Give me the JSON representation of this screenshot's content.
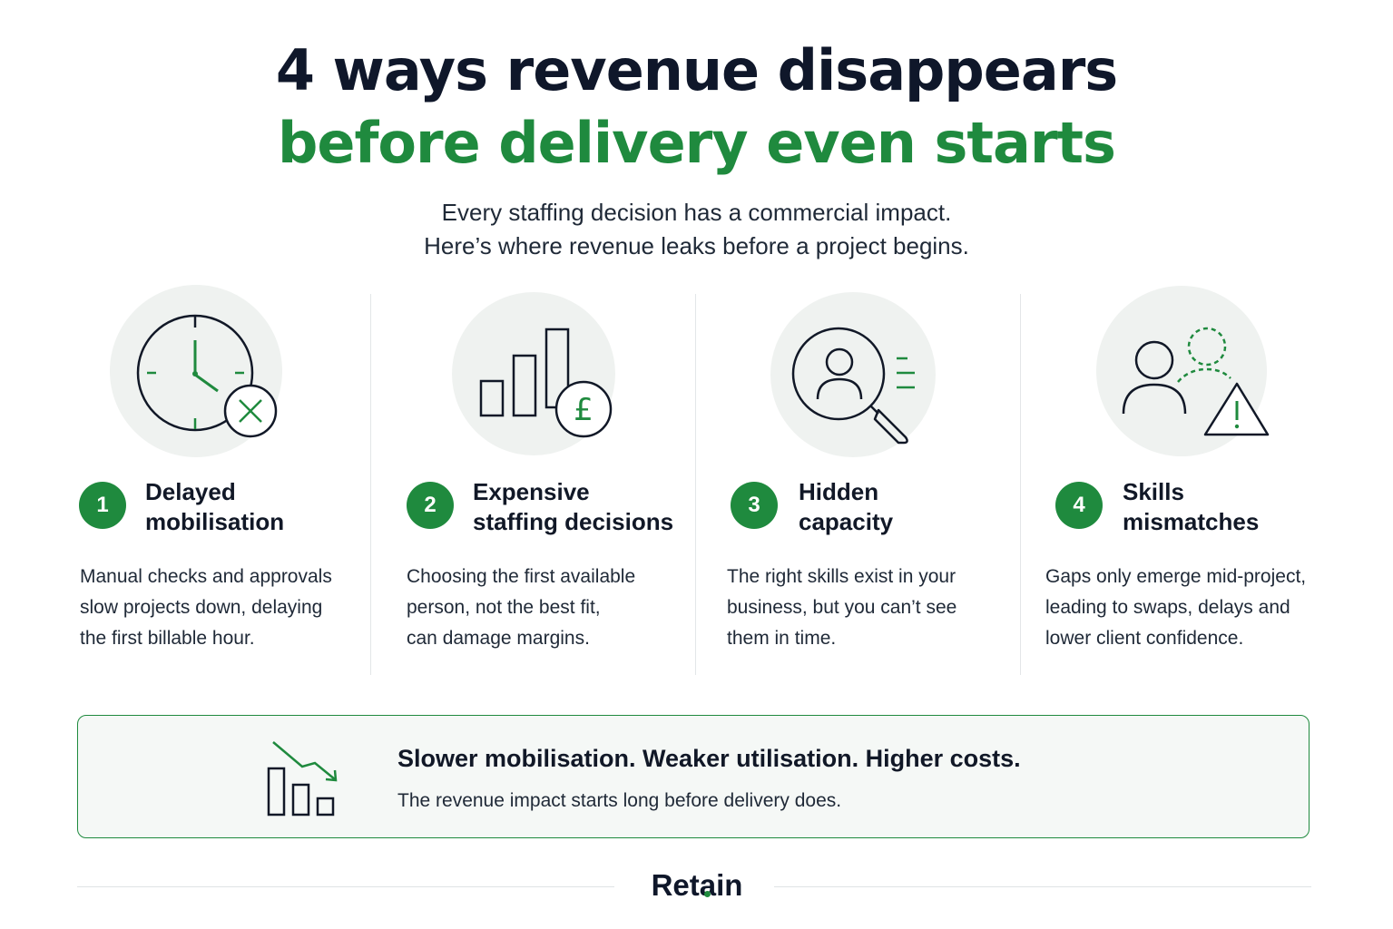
{
  "title": {
    "line1": "4 ways revenue disappears",
    "line2": "before delivery even starts"
  },
  "subtitle": {
    "line1": "Every staffing decision has a commercial impact.",
    "line2": "Here’s where revenue leaks before a project begins."
  },
  "items": [
    {
      "number": "1",
      "heading_line1": "Delayed",
      "heading_line2": "mobilisation",
      "body_lines": [
        "Manual checks and approvals",
        "slow projects down, delaying",
        "the first billable hour."
      ],
      "icon": "clock-x-icon"
    },
    {
      "number": "2",
      "heading_line1": "Expensive",
      "heading_line2": "staffing decisions",
      "body_lines": [
        "Choosing the first available",
        "person, not the best fit,",
        "can damage margins."
      ],
      "icon": "bar-chart-pound-icon"
    },
    {
      "number": "3",
      "heading_line1": "Hidden",
      "heading_line2": "capacity",
      "body_lines": [
        "The right skills exist in your",
        "business, but you can’t see",
        "them in time."
      ],
      "icon": "magnifier-person-icon"
    },
    {
      "number": "4",
      "heading_line1": "Skills",
      "heading_line2": "mismatches",
      "body_lines": [
        "Gaps only emerge mid-project,",
        "leading to swaps, delays and",
        "lower client confidence."
      ],
      "icon": "person-warning-icon"
    }
  ],
  "summary": {
    "title": "Slower mobilisation. Weaker utilisation. Higher costs.",
    "subtitle": "The revenue impact starts long before delivery does.",
    "icon": "declining-bars-icon"
  },
  "footer": {
    "logo": "Retain"
  },
  "colors": {
    "accent_green": "#1f8a3e",
    "heading_dark": "#0f172a",
    "icon_circle_bg": "#eff2f0"
  }
}
